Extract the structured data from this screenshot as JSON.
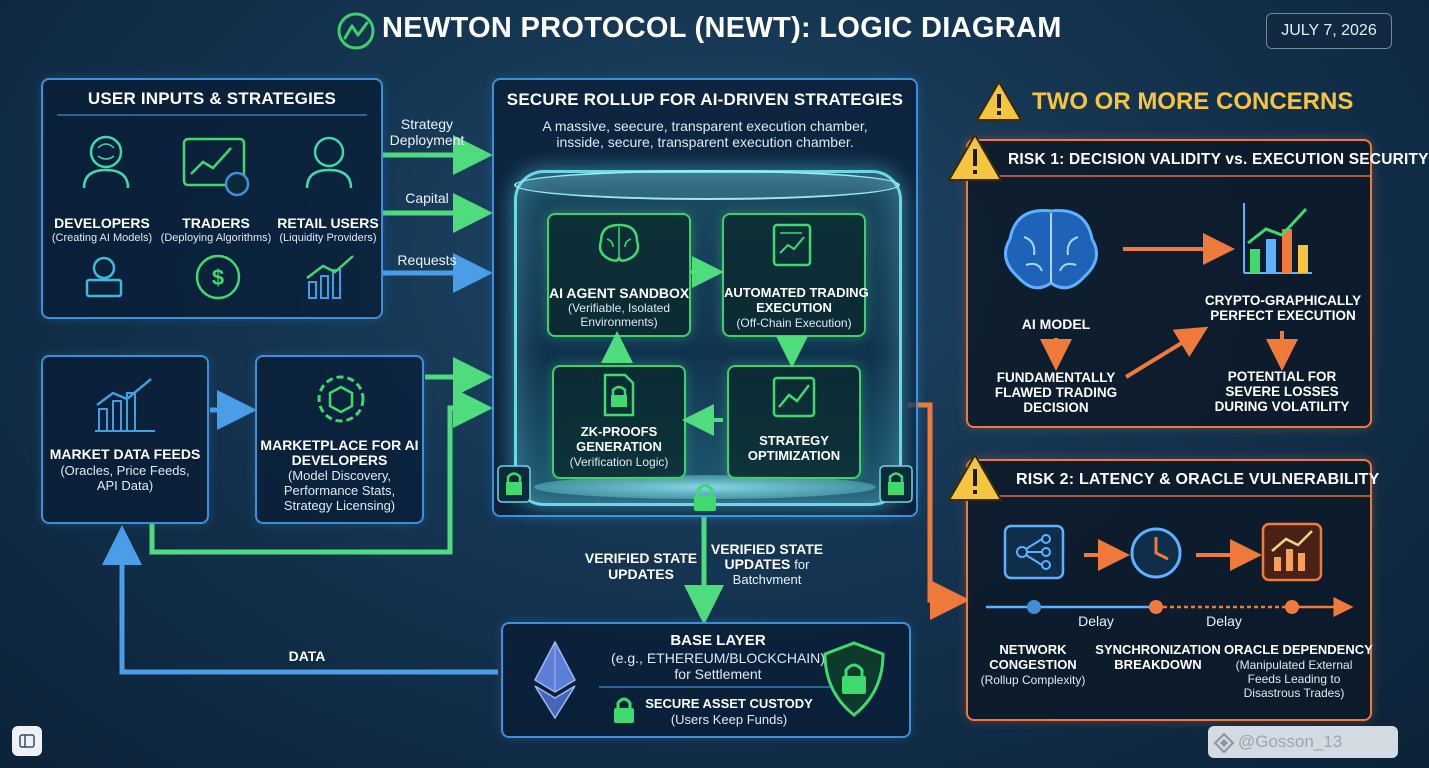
{
  "title": "NEWTON PROTOCOL (NEWT): LOGIC DIAGRAM",
  "date": "JULY 7, 2026",
  "user_inputs": {
    "title": "USER INPUTS & STRATEGIES",
    "developers": {
      "label": "DEVELOPERS",
      "sub": "(Creating AI Models)"
    },
    "traders": {
      "label": "TRADERS",
      "sub": "(Deploying Algorithms)"
    },
    "retail": {
      "label": "RETAIL USERS",
      "sub": "(Liquidity Providers)"
    }
  },
  "flows": {
    "strategy_line1": "Strategy",
    "strategy_line2": "Deployment",
    "capital": "Capital",
    "requests": "Requests",
    "verified_left_line1": "VERIFIED STATE",
    "verified_left_line2": "UPDATES",
    "verified_right_line1": "VERIFIED STATE",
    "verified_right_line2": "UPDATES",
    "verified_right_for": "for",
    "verified_right_line3": "Batchvment",
    "data": "DATA"
  },
  "market": {
    "label": "MARKET DATA FEEDS",
    "sub1": "(Oracles, Price Feeds,",
    "sub2": "API Data)"
  },
  "marketplace": {
    "l1": "MARKETPLACE FOR AI",
    "l2": "DEVELOPERS",
    "s1": "(Model Discovery,",
    "s2": "Performance Stats,",
    "s3": "Strategy Licensing)"
  },
  "rollup": {
    "title": "SECURE ROLLUP FOR AI-DRIVEN STRATEGIES",
    "desc1": "A massive, seecure, transparent execution chamber,",
    "desc2": "insside, secure, transparent execution chamber."
  },
  "sandbox": {
    "label": "AI AGENT SANDBOX",
    "s1": "(Verifiable, Isolated",
    "s2": "Environments)"
  },
  "trading": {
    "l1": "AUTOMATED TRADING",
    "l2": "EXECUTION",
    "sub": "(Off-Chain Execution)"
  },
  "zk": {
    "l1": "ZK-PROOFS",
    "l2": "GENERATION",
    "sub": "(Verification Logic)"
  },
  "optimization": {
    "l1": "STRATEGY",
    "l2": "OPTIMIZATION"
  },
  "base": {
    "title": "BASE LAYER",
    "sub1": "(e.g., ETHEREUM/BLOCKCHAIN)",
    "sub2": "for Settlement",
    "custody": "SECURE ASSET CUSTODY",
    "custody_sub": "(Users Keep Funds)"
  },
  "concerns": {
    "title": "TWO OR MORE CONCERNS"
  },
  "risk1": {
    "title": "RISK 1: DECISION VALIDITY vs. EXECUTION SECURITY",
    "ai_model": "AI MODEL",
    "flawed1": "FUNDAMENTALLY",
    "flawed2": "FLAWED TRADING",
    "flawed3": "DECISION",
    "crypto1": "CRYPTO-GRAPHICALLY",
    "crypto2": "PERFECT EXECUTION",
    "loss1": "POTENTIAL FOR",
    "loss2": "SEVERE LOSSES",
    "loss3": "DURING VOLATILITY"
  },
  "risk2": {
    "title": "RISK 2: LATENCY & ORACLE VULNERABILITY",
    "delay1": "Delay",
    "delay2": "Delay",
    "net1": "NETWORK",
    "net2": "CONGESTION",
    "net_sub": "(Rollup Complexity)",
    "sync1": "SYNCHRONIZATION",
    "sync2": "BREAKDOWN",
    "oracle1": "ORACLE DEPENDENCY",
    "oracle_s1": "(Manipulated External",
    "oracle_s2": "Feeds Leading to",
    "oracle_s3": "Disastrous Trades)"
  },
  "watermark": "@Gosson_13",
  "colors": {
    "green": "#3fcf6e",
    "blue": "#3f8fd8",
    "orange": "#f07a3c",
    "yellow": "#f5c542"
  }
}
